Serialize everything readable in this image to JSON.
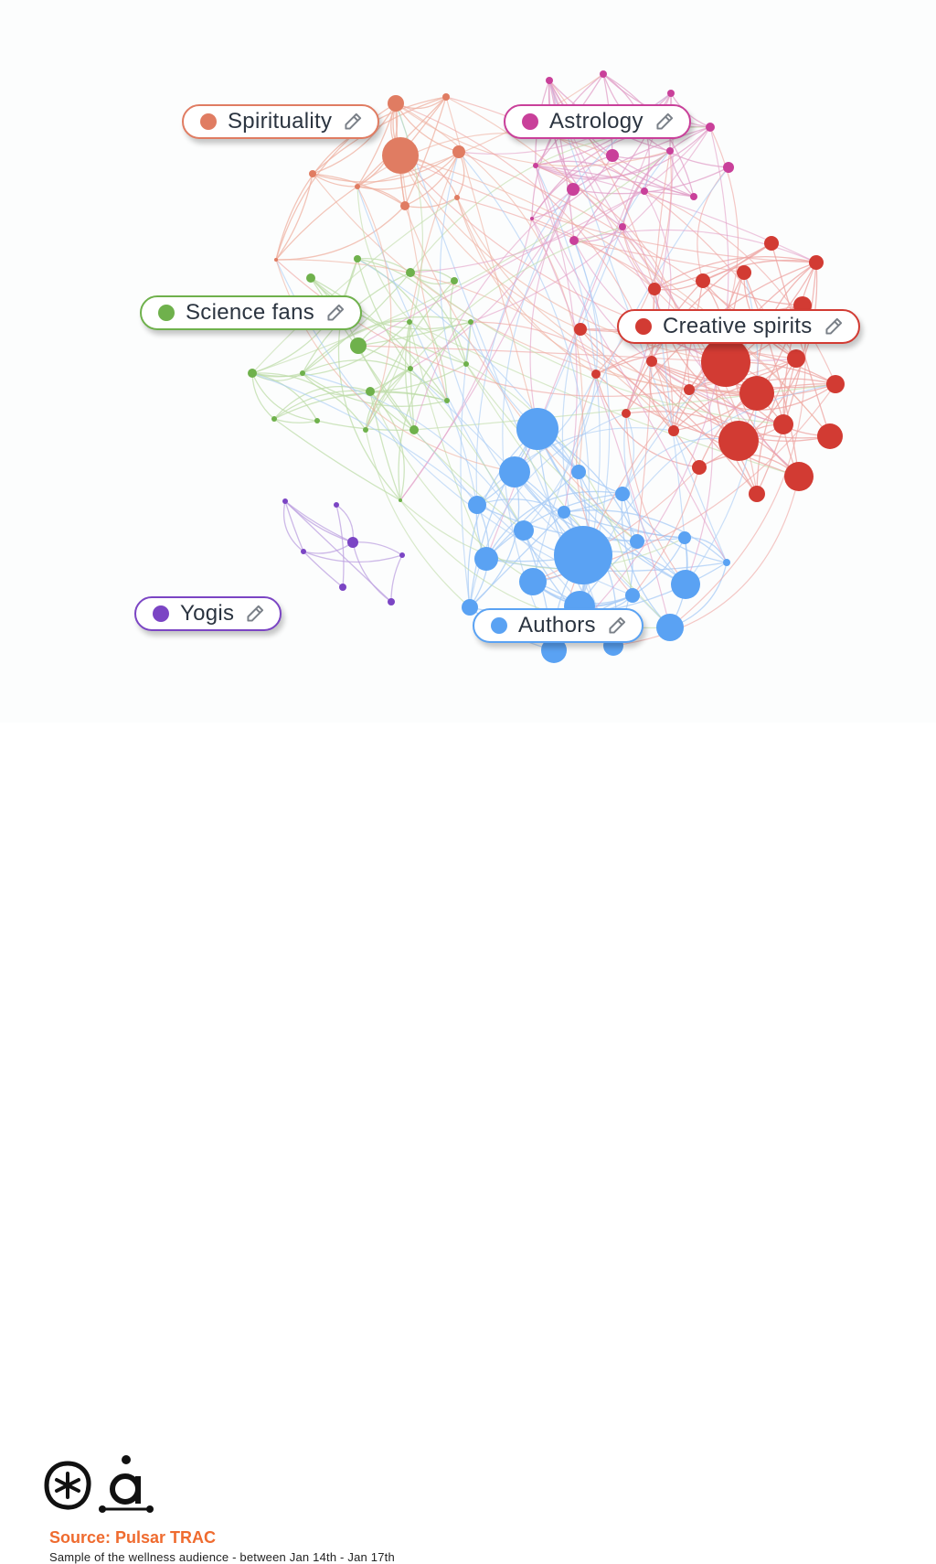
{
  "clusters": [
    {
      "id": "spirituality",
      "label": "Spirituality",
      "color": "#e07c62",
      "edge_color": "#efb0a0"
    },
    {
      "id": "astrology",
      "label": "Astrology",
      "color": "#c9409a",
      "edge_color": "#e2a0c8"
    },
    {
      "id": "science",
      "label": "Science fans",
      "color": "#6fb14c",
      "edge_color": "#bfdca9"
    },
    {
      "id": "creative",
      "label": "Creative spirits",
      "color": "#d23b33",
      "edge_color": "#eea3a0"
    },
    {
      "id": "yogis",
      "label": "Yogis",
      "color": "#7b45c4",
      "edge_color": "#bea2e0"
    },
    {
      "id": "authors",
      "label": "Authors",
      "color": "#5aa2f3",
      "edge_color": "#a8cbf5"
    }
  ],
  "icons": {
    "edit": "pencil-icon",
    "brand_left": "pulsar-asterisk-logo",
    "brand_right": "audiense-a-logo"
  },
  "footer": {
    "source": "Source: Pulsar TRAC",
    "caption": "Sample of the wellness audience - between Jan 14th - Jan 17th"
  }
}
